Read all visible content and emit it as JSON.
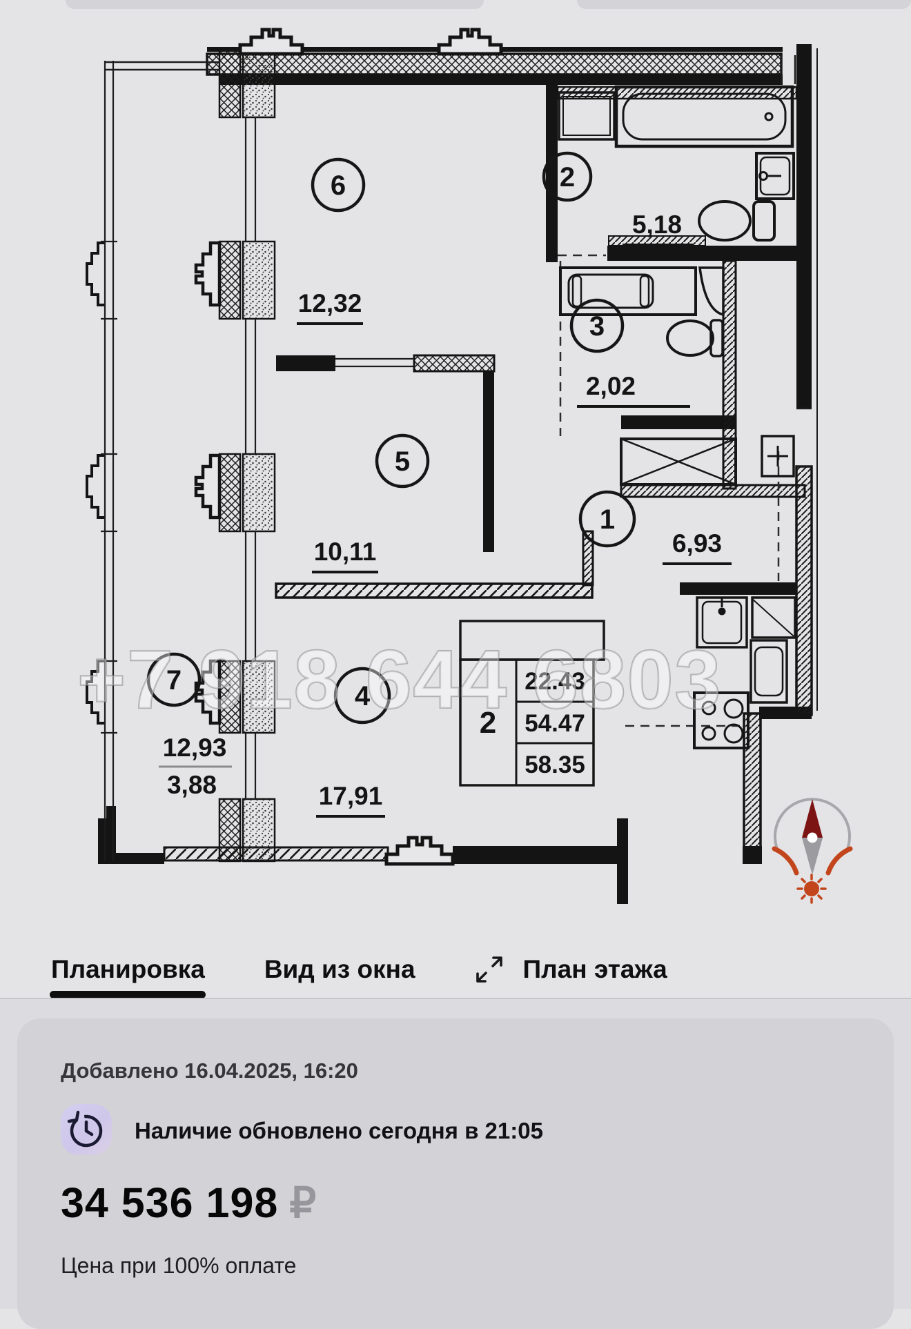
{
  "plan": {
    "watermark": "+7 918 644 6803",
    "rooms": [
      {
        "num": "1",
        "area": "6,93"
      },
      {
        "num": "2",
        "area": "5,18"
      },
      {
        "num": "3",
        "area": "2,02"
      },
      {
        "num": "4",
        "area": "17,91"
      },
      {
        "num": "5",
        "area": "10,11"
      },
      {
        "num": "6",
        "area": "12,32"
      },
      {
        "num": "7",
        "area": "12,93",
        "area_lower": "3,88"
      }
    ],
    "summary": {
      "room_count": "2",
      "living_area": "22.43",
      "apartment_area": "54.47",
      "total_area": "58.35"
    }
  },
  "tabs": [
    {
      "label": "Планировка",
      "active": true
    },
    {
      "label": "Вид из окна",
      "active": false
    },
    {
      "label": "План этажа",
      "active": false
    }
  ],
  "details": {
    "added": "Добавлено 16.04.2025, 16:20",
    "availability": "Наличие обновлено сегодня в 21:05",
    "price": "34 536 198",
    "currency": "₽",
    "price_note": "Цена при 100% оплате"
  },
  "colors": {
    "page_bg": "#e4e3e6",
    "card_bg": "#d3d2d6",
    "plan_ink": "#141414",
    "accent_active": "#0e0e0f",
    "compass_orange": "#c2451c",
    "compass_north": "#7c1414",
    "price_currency": "#97969d"
  }
}
